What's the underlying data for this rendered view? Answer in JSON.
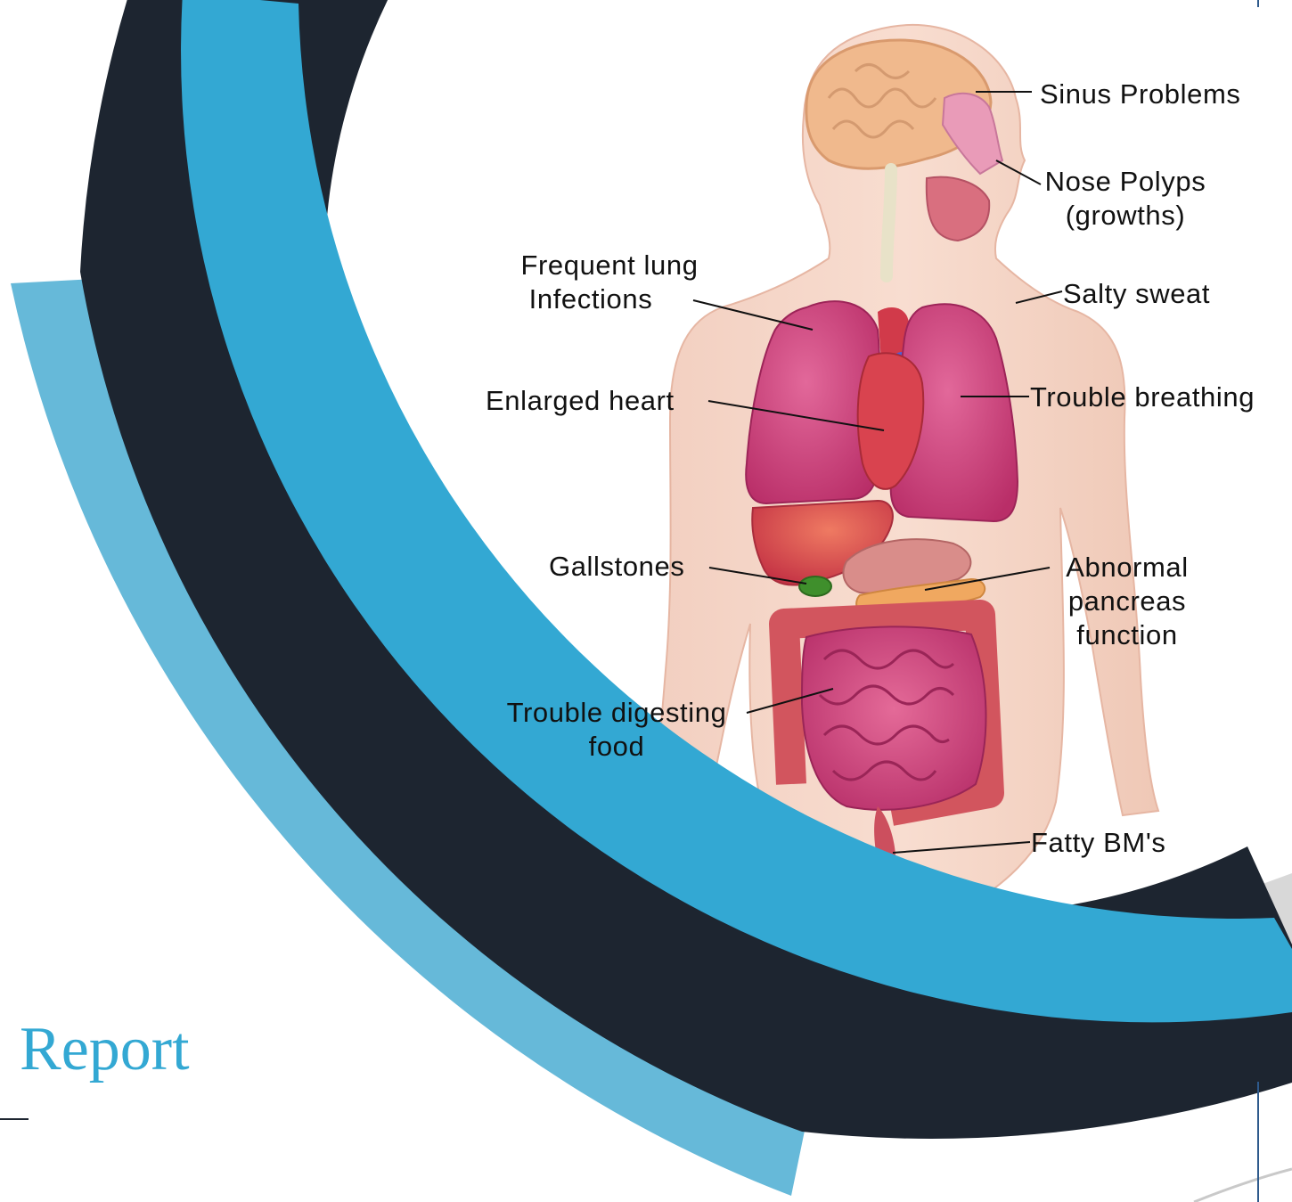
{
  "slide": {
    "title": "Report",
    "colors": {
      "ring_dark": "#1d2530",
      "ring_mid": "#33a8d3",
      "ring_light": "#66b9d9",
      "title": "#33a8d3"
    }
  },
  "diagram": {
    "labels": {
      "sinus": "Sinus Problems",
      "nose_line1": "Nose Polyps",
      "nose_line2": "(growths)",
      "lung_line1": "Frequent lung",
      "lung_line2": "Infections",
      "salty": "Salty sweat",
      "heart": "Enlarged heart",
      "breathing": "Trouble breathing",
      "gallstones": "Gallstones",
      "pancreas_line1": "Abnormal",
      "pancreas_line2": "pancreas",
      "pancreas_line3": "function",
      "digest_line1": "Trouble digesting",
      "digest_line2": "food",
      "fatty": "Fatty BM's"
    }
  }
}
